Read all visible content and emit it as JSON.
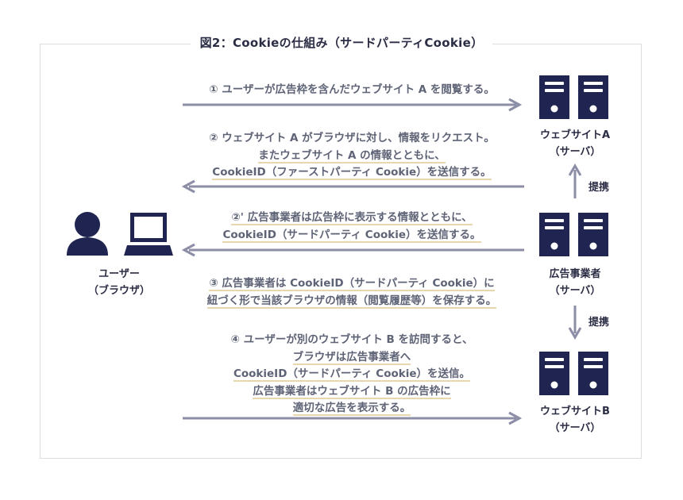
{
  "title": "図2：Cookieの仕組み（サードパーティCookie）",
  "user": {
    "label_line1": "ユーザー",
    "label_line2": "（ブラウザ）"
  },
  "servers": [
    {
      "line1": "ウェブサイトA",
      "line2": "（サーバ）"
    },
    {
      "line1": "広告事業者",
      "line2": "（サーバ）"
    },
    {
      "line1": "ウェブサイトB",
      "line2": "（サーバ）"
    }
  ],
  "links": {
    "upper": "提携",
    "lower": "提携"
  },
  "steps": {
    "s1": {
      "l1": "① ユーザーが広告枠を含んだウェブサイト A を閲覧する。"
    },
    "s2": {
      "l1": "② ウェブサイト A がブラウザに対し、情報をリクエスト。",
      "l2": "またウェブサイト A の情報とともに、",
      "l3": "CookieID（ファーストパーティ Cookie）を送信する。"
    },
    "s2b": {
      "l1": "②' 広告事業者は広告枠に表示する情報とともに、",
      "l2": "CookieID（サードパーティ Cookie）を送信する。"
    },
    "s3": {
      "l1": "③ 広告事業者は CookieID（サードパーティ Cookie）に",
      "l2": "紐づく形で当該ブラウザの情報（閲覧履歴等）を保存する。"
    },
    "s4": {
      "l1": "④ ユーザーが別のウェブサイト B を訪問すると、",
      "l2": "ブラウザは広告事業者へ",
      "l3": "CookieID（サードパーティ Cookie）を送信。",
      "l4": "広告事業者はウェブサイト B の広告枠に",
      "l5": "適切な広告を表示する。"
    }
  },
  "colors": {
    "navy": "#1f2451",
    "arrow": "#8b8ea6",
    "underline": "#e8d6ac",
    "text": "#5e6376"
  }
}
